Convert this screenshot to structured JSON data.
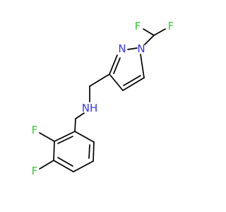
{
  "structure": {
    "colors": {
      "bond": "#000000",
      "carbon": "#000000",
      "nitrogen": "#3333ff",
      "fluorine": "#33cc33"
    },
    "atom_labels": {
      "f_top_left": "F",
      "f_top_right": "F",
      "n_pyrazole_1": "N",
      "n_pyrazole_2": "N",
      "nh": "NH",
      "f_ring_upper": "F",
      "f_ring_lower": "F"
    }
  }
}
